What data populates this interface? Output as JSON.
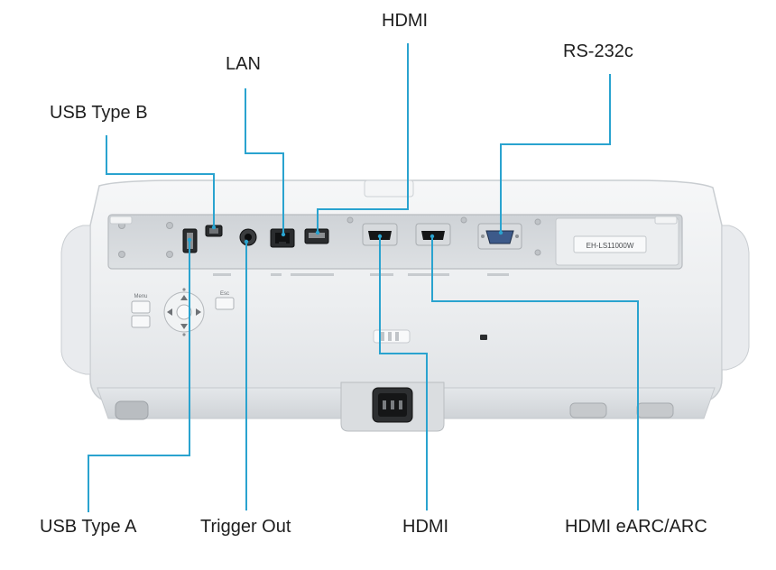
{
  "callouts": {
    "hdmi_top": "HDMI",
    "lan": "LAN",
    "rs232c": "RS-232c",
    "usb_type_b": "USB Type B",
    "usb_type_a": "USB Type A",
    "trigger_out": "Trigger Out",
    "hdmi_bottom": "HDMI",
    "hdmi_earc": "HDMI eARC/ARC"
  },
  "projector": {
    "model_badge": "EH-LS11000W",
    "buttons": {
      "menu": "Menu",
      "esc": "Esc"
    }
  },
  "colors": {
    "leader_line": "#2aa3cf",
    "body": "#eef0f2",
    "panel": "#d6dadd",
    "text": "#1e1e1e"
  }
}
